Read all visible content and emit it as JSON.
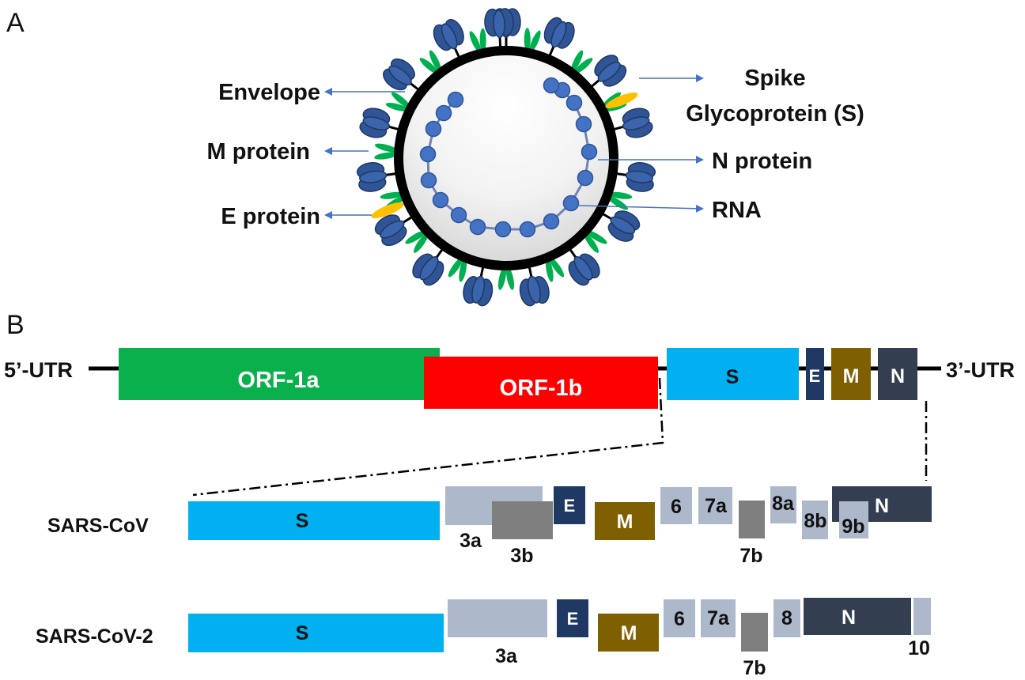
{
  "panels": {
    "a": "A",
    "b": "B"
  },
  "virion": {
    "labels": {
      "envelope": "Envelope",
      "m_protein": "M protein",
      "e_protein": "E protein",
      "spike_line1": "Spike",
      "spike_line2": "Glycoprotein (S)",
      "n_protein": "N protein",
      "rna": "RNA"
    }
  },
  "genome": {
    "utr5": "5’-UTR",
    "utr3": "3’-UTR",
    "orf1a": "ORF-1a",
    "orf1b": "ORF-1b",
    "s": "S",
    "e": "E",
    "m": "M",
    "n": "N"
  },
  "sars_cov": {
    "name": "SARS-CoV",
    "s": "S",
    "e": "E",
    "m": "M",
    "n": "N",
    "g3a": "3a",
    "g3b": "3b",
    "g6": "6",
    "g7a": "7a",
    "g7b": "7b",
    "g8a": "8a",
    "g8b": "8b",
    "g9b": "9b"
  },
  "sars_cov2": {
    "name": "SARS-CoV-2",
    "s": "S",
    "e": "E",
    "m": "M",
    "n": "N",
    "g3a": "3a",
    "g6": "6",
    "g7a": "7a",
    "g7b": "7b",
    "g8": "8",
    "g10": "10"
  },
  "colors": {
    "orf1a": "#0ab04b",
    "orf1b": "#ff0000",
    "s": "#00b0f0",
    "e": "#1f3864",
    "m": "#7f6000",
    "n": "#333f50",
    "accessory": "#adb9ca",
    "accessory_dark": "#7f7f7f",
    "spike": "#2f5597",
    "membrane_protein": "#00b050",
    "e_protein": "#ffc000",
    "nucleocapsid": "#4472c4",
    "arrow": "#4472c4"
  }
}
